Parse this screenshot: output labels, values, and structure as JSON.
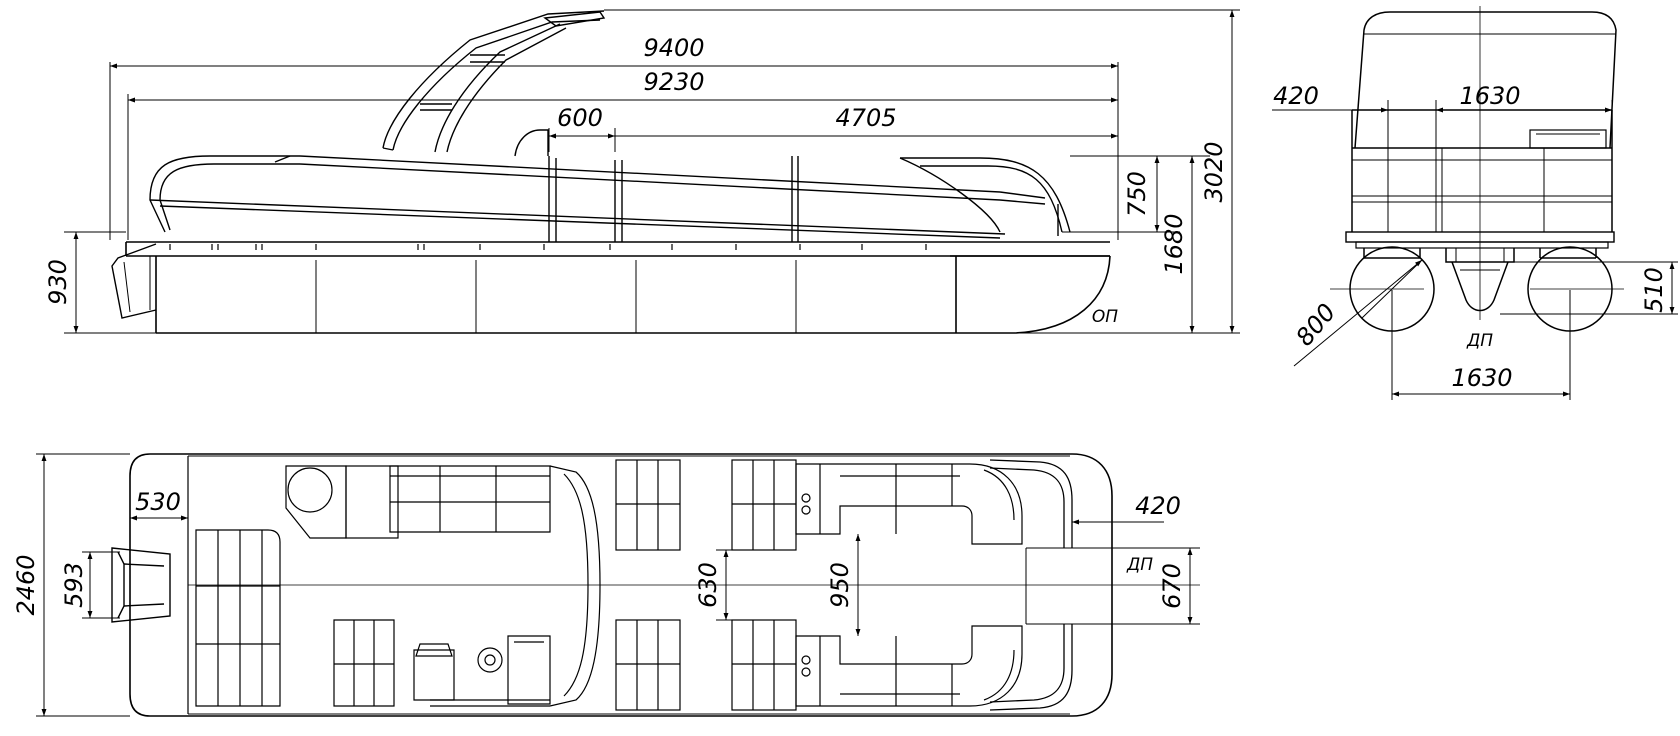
{
  "side_view": {
    "overall_length": "9400",
    "deck_length": "9230",
    "gate_width": "600",
    "fence_length": "4705",
    "fence_height": "750",
    "overall_height": "3020",
    "height_to_rail": "1680",
    "pontoon_height": "930",
    "waterline_label": "ОП"
  },
  "front_view": {
    "offset": "420",
    "top_spacing": "1630",
    "tube_diameter": "800",
    "keel_depth": "510",
    "centerline_label": "ДП",
    "bottom_spacing": "1630"
  },
  "top_view": {
    "overall_width": "2460",
    "stern_offset": "530",
    "motor_well_width": "593",
    "front_aisle_width": "630",
    "center_aisle_width": "950",
    "bow_offset": "420",
    "bow_gate_width": "670",
    "centerline_label": "ДП"
  }
}
